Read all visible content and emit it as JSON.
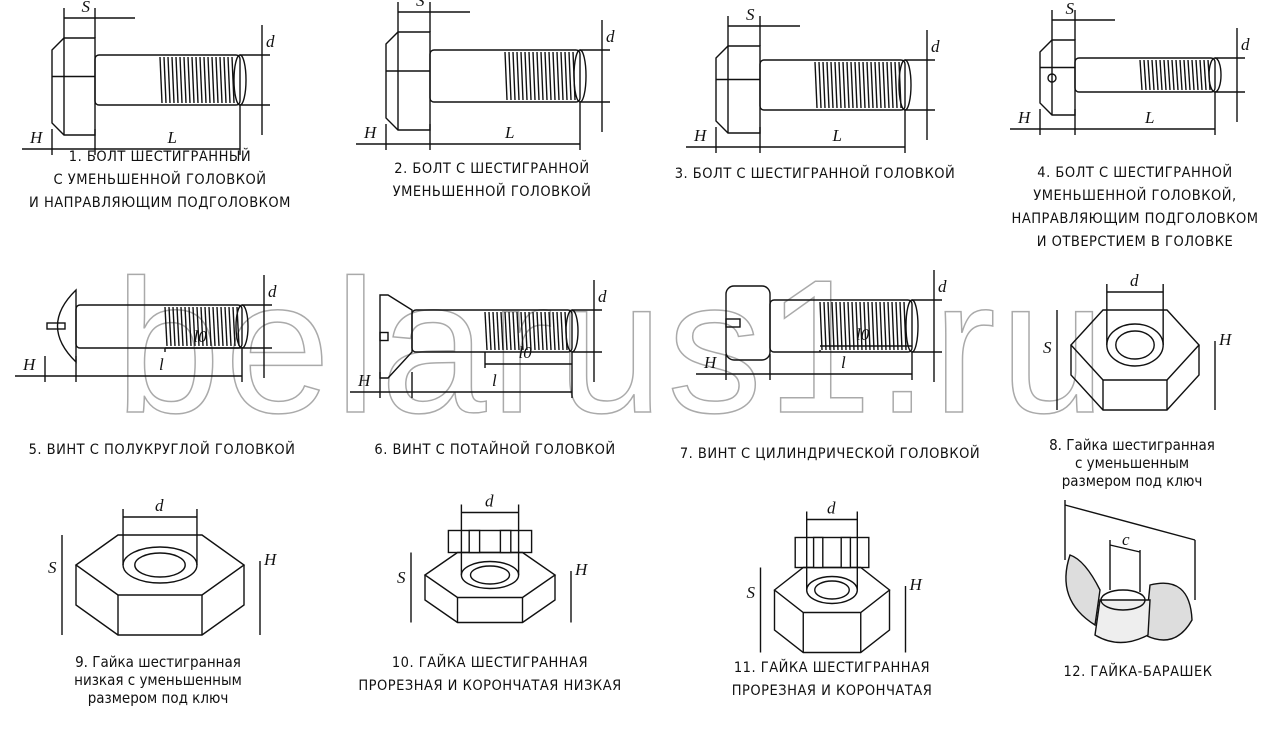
{
  "watermark": "belarus1.ru",
  "dims": {
    "s": "S",
    "d": "d",
    "h": "H",
    "L": "L",
    "l": "l",
    "l0": "l0",
    "c": "c"
  },
  "items": [
    {
      "lines": [
        "1. БОЛТ ШЕСТИГРАННЫЙ",
        "С УМЕНЬШЕННОЙ ГОЛОВКОЙ",
        "И НАПРАВЛЯЮЩИМ ПОДГОЛОВКОМ"
      ]
    },
    {
      "lines": [
        "2. БОЛТ С ШЕСТИГРАННОЙ",
        "УМЕНЬШЕННОЙ ГОЛОВКОЙ"
      ]
    },
    {
      "lines": [
        "3. БОЛТ С ШЕСТИГРАННОЙ ГОЛОВКОЙ"
      ]
    },
    {
      "lines": [
        "4. БОЛТ С ШЕСТИГРАННОЙ",
        "УМЕНЬШЕННОЙ ГОЛОВКОЙ,",
        "НАПРАВЛЯЮЩИМ ПОДГОЛОВКОМ",
        "И ОТВЕРСТИЕМ В ГОЛОВКЕ"
      ]
    },
    {
      "lines": [
        "5. ВИНТ С ПОЛУКРУГЛОЙ ГОЛОВКОЙ"
      ]
    },
    {
      "lines": [
        "6. ВИНТ С ПОТАЙНОЙ ГОЛОВКОЙ"
      ]
    },
    {
      "lines": [
        "7. ВИНТ С ЦИЛИНДРИЧЕСКОЙ ГОЛОВКОЙ"
      ]
    },
    {
      "lines": [
        "8. Гайка шестигранная",
        "с уменьшенным",
        "размером под ключ"
      ]
    },
    {
      "lines": [
        "9. Гайка шестигранная",
        "низкая с уменьшенным",
        "размером под ключ"
      ]
    },
    {
      "lines": [
        "10. ГАЙКА ШЕСТИГРАННАЯ",
        "ПРОРЕЗНАЯ И КОРОНЧАТАЯ НИЗКАЯ"
      ]
    },
    {
      "lines": [
        "11. ГАЙКА ШЕСТИГРАННАЯ",
        "ПРОРЕЗНАЯ И КОРОНЧАТАЯ"
      ]
    },
    {
      "lines": [
        "12. ГАЙКА-БАРАШЕК"
      ]
    }
  ]
}
